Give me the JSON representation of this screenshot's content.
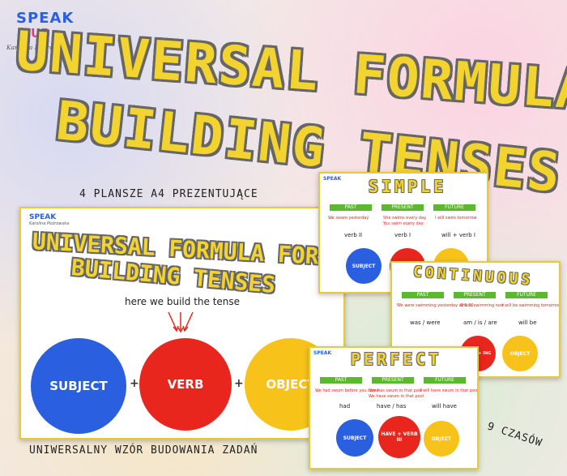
{
  "logo": {
    "word": "SPEAK",
    "up": "UP",
    "author": "Karolina Piotrowska"
  },
  "title": {
    "line1": "UNIVERSAL FORMULA FOR",
    "line2": "BUILDING TENSES"
  },
  "captions": {
    "boards": "4 PLANSZE A4 PREZENTUJĄCE",
    "bottom": "UNIWERSALNY WZÓR BUDOWANIA ZADAŃ",
    "tenses": "9 CZASÓW"
  },
  "main_card": {
    "title_line1": "UNIVERSAL FORMULA FOR",
    "title_line2": "BUILDING TENSES",
    "hint": "here we build the tense",
    "subject": "SUBJECT",
    "verb": "VERB",
    "object": "OBJECT",
    "plus": "+"
  },
  "cards": {
    "simple": {
      "title": "SIMPLE",
      "tabs": [
        "PAST",
        "PRESENT",
        "FUTURE"
      ],
      "examples": [
        "We swam yesterday",
        "She swims every day",
        "I will swim tomorrow"
      ],
      "examples_extra": "You swim every day",
      "forms": [
        "verb II",
        "verb I",
        "will + verb I"
      ],
      "subject": "SUBJECT"
    },
    "continuous": {
      "title": "CONTINUOUS",
      "tabs": [
        "PAST",
        "PRESENT",
        "FUTURE"
      ],
      "examples": [
        "We were swimming yesterday at 5:00",
        "She is swimming now",
        "I will be swimming tomorrow"
      ],
      "forms": [
        "was / were",
        "am / is / are",
        "will be"
      ],
      "verb": "VERB + ING",
      "object": "OBJECT"
    },
    "perfect": {
      "title": "PERFECT",
      "tabs": [
        "PAST",
        "PRESENT",
        "FUTURE"
      ],
      "examples": [
        "We had swum before you came",
        "She has swum in that pool",
        "I will have swum in that pool"
      ],
      "examples_extra": "We have swum in that pool",
      "forms": [
        "had",
        "have / has",
        "will have"
      ],
      "subject": "SUBJECT",
      "verb": "HAVE + VERB III",
      "object": "OBJECT"
    }
  },
  "colors": {
    "yellow": "#f2d330",
    "blue": "#2a5fe0",
    "red": "#e8261d",
    "gold": "#f7c21a",
    "green": "#5cb82e"
  }
}
